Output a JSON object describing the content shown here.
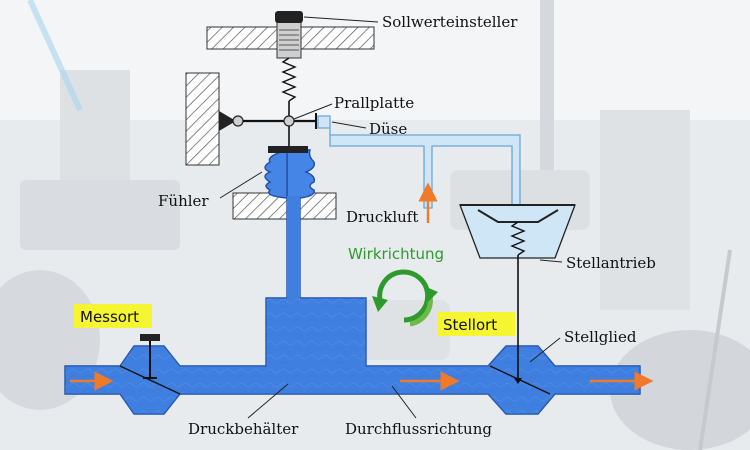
{
  "labels": {
    "sollwerteinsteller": "Sollwerteinsteller",
    "prallplatte": "Prallplatte",
    "duese": "Düse",
    "fuehler": "Fühler",
    "druckluft": "Druckluft",
    "wirkrichtung": "Wirkrichtung",
    "stellantrieb": "Stellantrieb",
    "messort": "Messort",
    "stellort": "Stellort",
    "stellglied": "Stellglied",
    "druckbehaelter": "Druckbehälter",
    "durchflussrichtung": "Durchflussrichtung"
  },
  "colors": {
    "fluid": "#3f7fe0",
    "fluid_dark": "#1f4fa8",
    "air": "#cfe6f7",
    "air_stroke": "#6aa6d6",
    "arrow": "#f07a2a",
    "highlight": "#f6f532",
    "wirk": "#2e9a2e"
  }
}
